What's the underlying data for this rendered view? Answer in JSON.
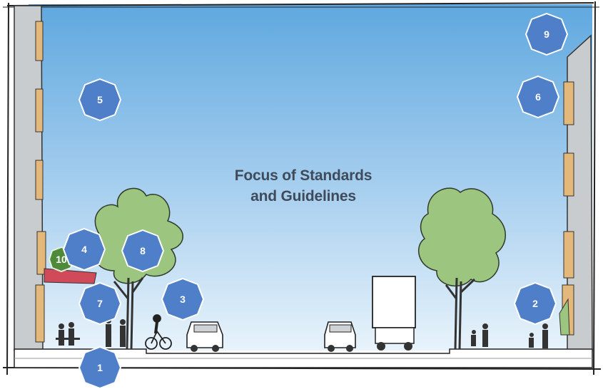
{
  "diagram": {
    "title_line1": "Focus of Standards",
    "title_line2": "and Guidelines",
    "markers": [
      "1",
      "2",
      "3",
      "4",
      "5",
      "6",
      "7",
      "8",
      "9",
      "10"
    ],
    "colors": {
      "sky_top": "#5fa8df",
      "sky_bottom": "#e6f2fb",
      "marker_blue": "#4f7fc9",
      "marker_green": "#4f8a3a",
      "tree_green": "#9cc57f",
      "building": "#c9ccce",
      "awning": "#d04a5a",
      "window_wood": "#e3b87a"
    }
  }
}
